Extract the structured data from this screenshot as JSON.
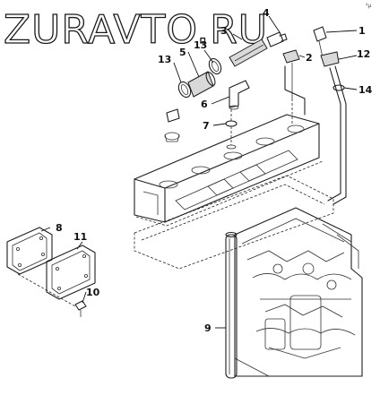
{
  "watermark": "ZURAVTO.RU",
  "corner_mark": "²µ",
  "callouts": [
    {
      "id": "c1",
      "label": "1"
    },
    {
      "id": "c2",
      "label": "2"
    },
    {
      "id": "c3",
      "label": "3"
    },
    {
      "id": "c4",
      "label": "4"
    },
    {
      "id": "c5",
      "label": "5"
    },
    {
      "id": "c6",
      "label": "6"
    },
    {
      "id": "c7",
      "label": "7"
    },
    {
      "id": "c8",
      "label": "8"
    },
    {
      "id": "c9",
      "label": "9"
    },
    {
      "id": "c10",
      "label": "10"
    },
    {
      "id": "c11",
      "label": "11"
    },
    {
      "id": "c12",
      "label": "12"
    },
    {
      "id": "c13a",
      "label": "13"
    },
    {
      "id": "c13b",
      "label": "13"
    },
    {
      "id": "c14",
      "label": "14"
    }
  ]
}
